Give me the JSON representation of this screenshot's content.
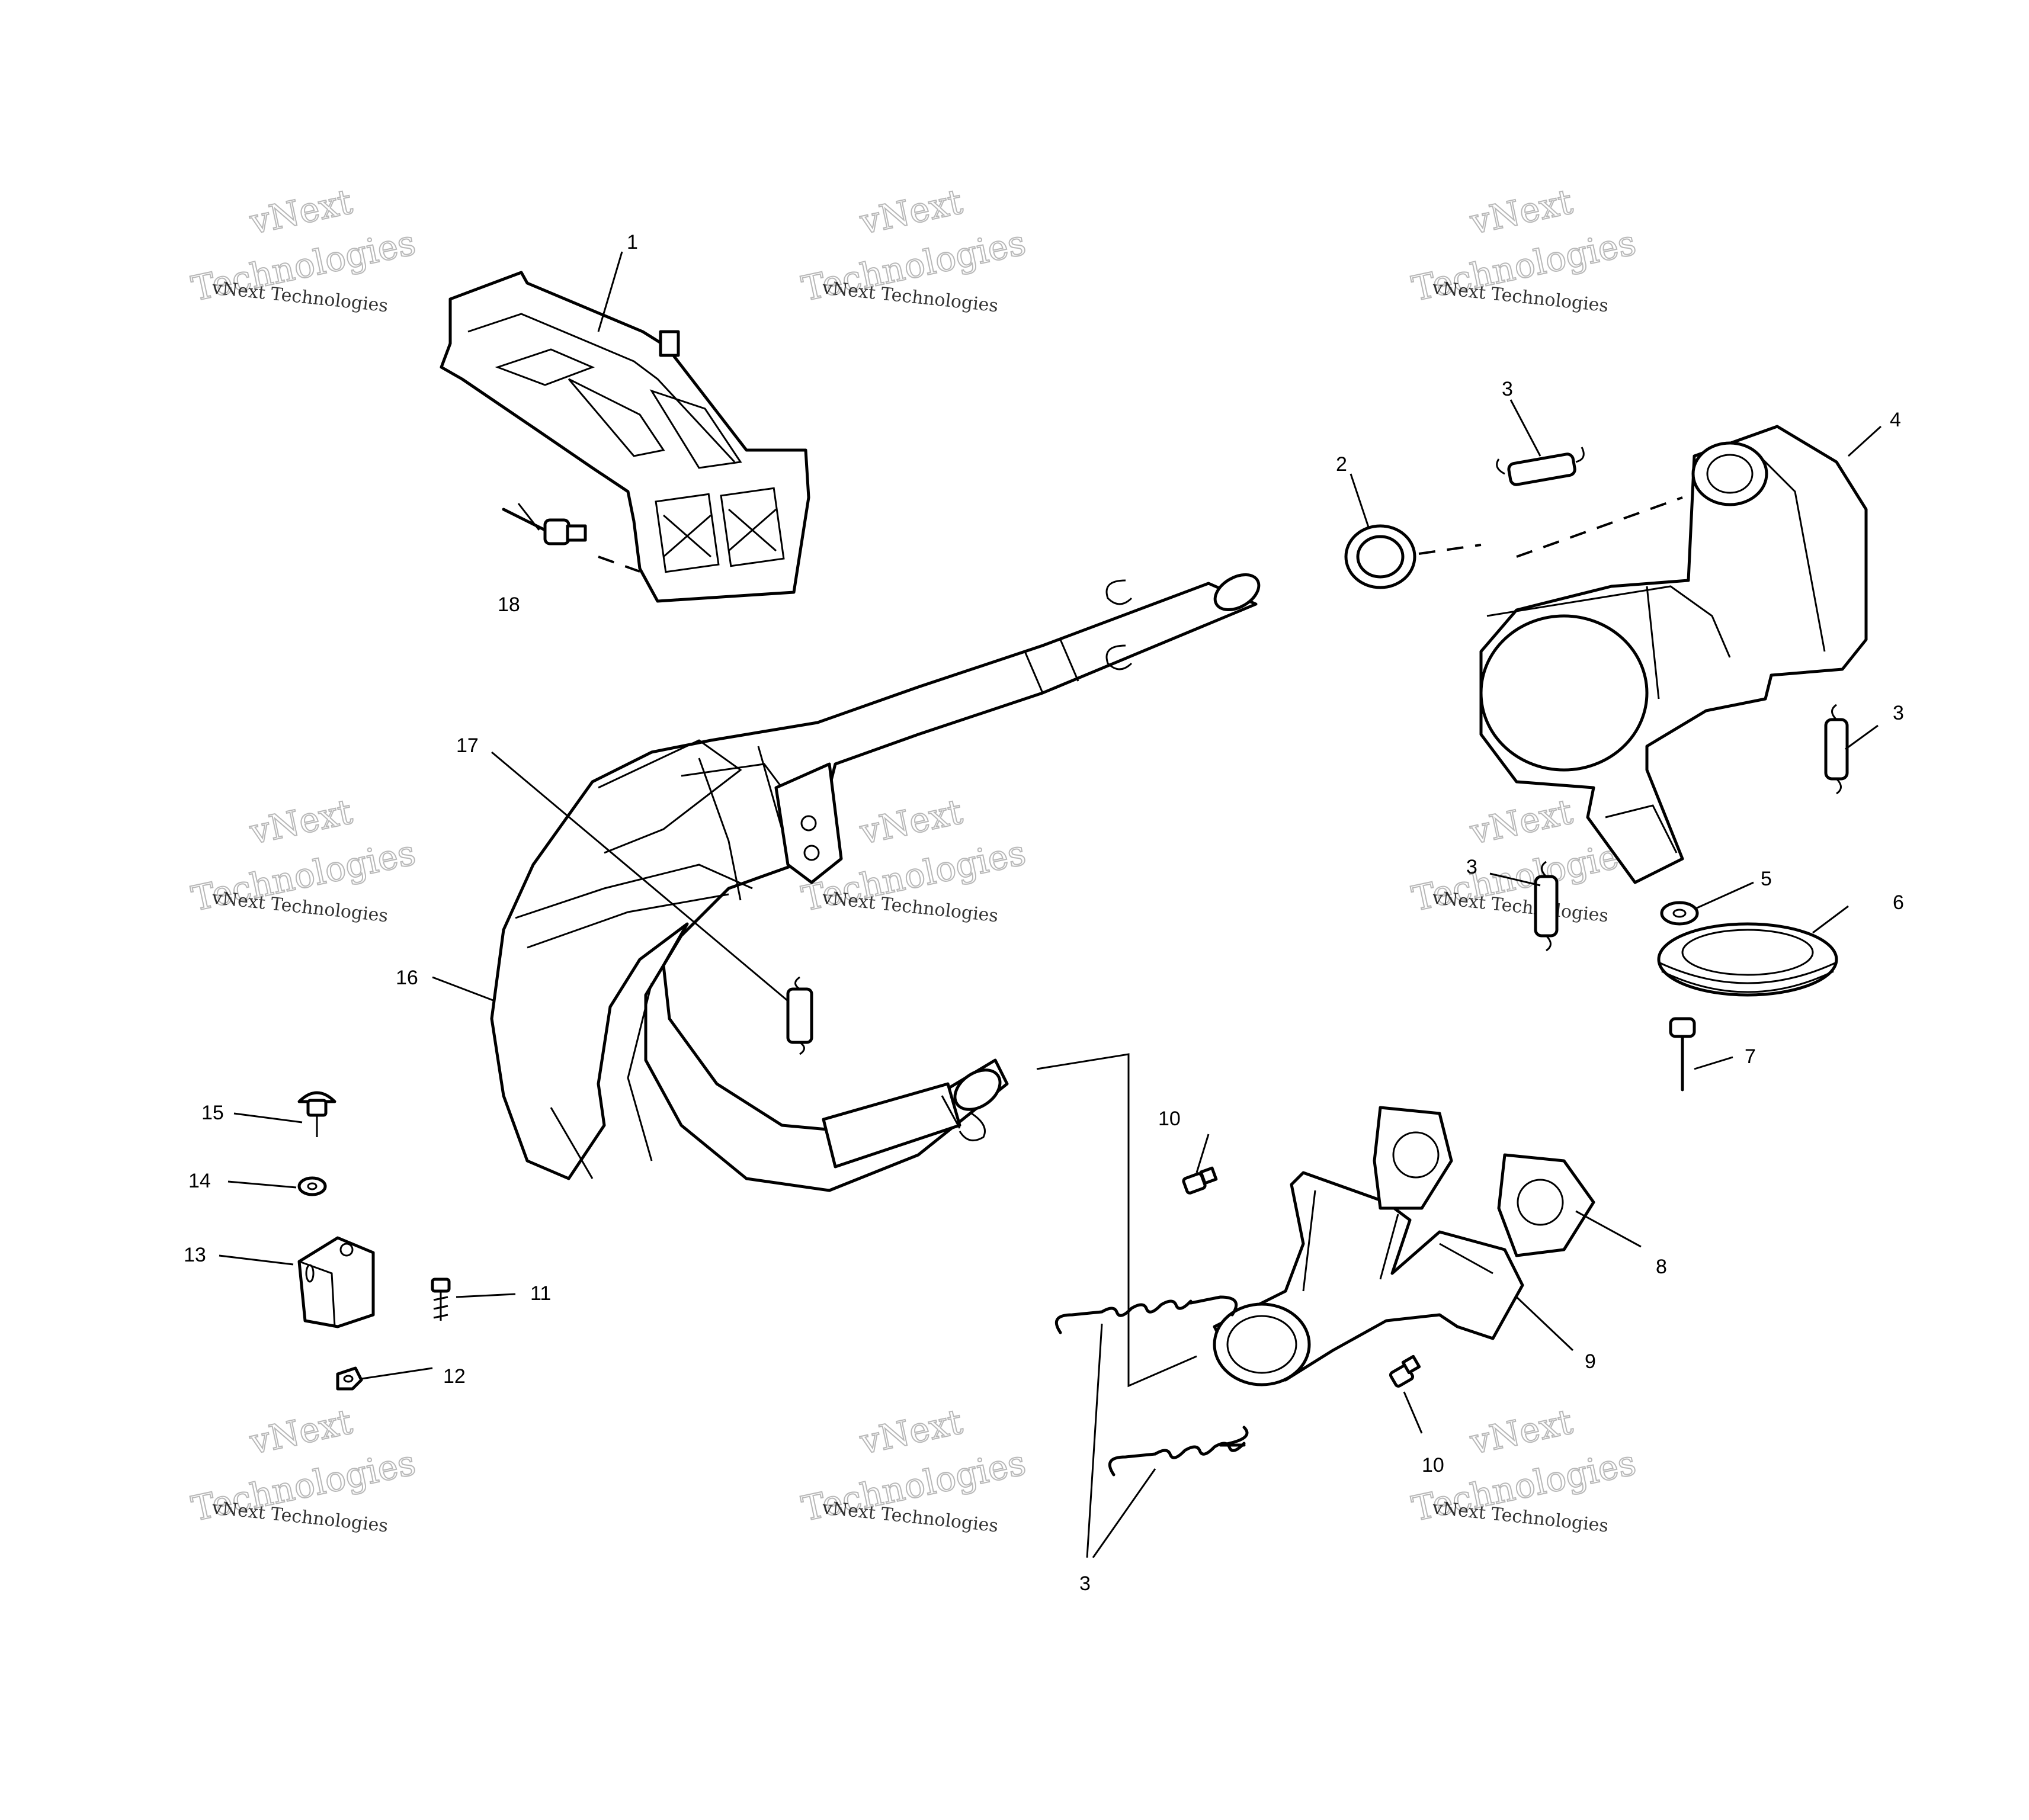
{
  "callouts": {
    "c1": "1",
    "c2": "2",
    "c3a": "3",
    "c3b": "3",
    "c3c": "3",
    "c3d": "3",
    "c4": "4",
    "c5": "5",
    "c6": "6",
    "c7": "7",
    "c8": "8",
    "c9": "9",
    "c10a": "10",
    "c10b": "10",
    "c11": "11",
    "c12": "12",
    "c13": "13",
    "c14": "14",
    "c15": "15",
    "c16": "16",
    "c17": "17",
    "c18": "18"
  },
  "watermark": {
    "small": "vNext Technologies",
    "large_top": "vNext",
    "large_bottom": "Technologies"
  }
}
